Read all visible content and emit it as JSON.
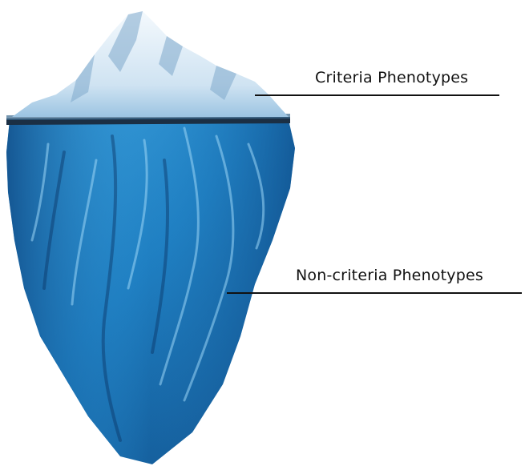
{
  "diagram": {
    "labels": {
      "above_water": "Criteria Phenotypes",
      "below_water": "Non-criteria Phenotypes"
    },
    "colors": {
      "ice_top": "#e8f3fb",
      "ice_shadow": "#8fb9d8",
      "water_line": "#1b2f44",
      "submerged_light": "#4fb2e6",
      "submerged_mid": "#1f7fc2",
      "submerged_dark": "#0e4a86",
      "leader_line": "#111111"
    },
    "icons": [
      "iceberg-illustration"
    ]
  }
}
